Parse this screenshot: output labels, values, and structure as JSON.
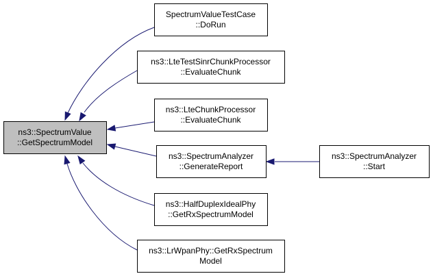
{
  "graph": {
    "nodes": [
      {
        "id": "n0",
        "focus": true,
        "lines": [
          "ns3::SpectrumValue",
          "::GetSpectrumModel"
        ]
      },
      {
        "id": "n1",
        "focus": false,
        "lines": [
          "SpectrumValueTestCase",
          "::DoRun"
        ]
      },
      {
        "id": "n2",
        "focus": false,
        "lines": [
          "ns3::LteTestSinrChunkProcessor",
          "::EvaluateChunk"
        ]
      },
      {
        "id": "n3",
        "focus": false,
        "lines": [
          "ns3::LteChunkProcessor",
          "::EvaluateChunk"
        ]
      },
      {
        "id": "n4",
        "focus": false,
        "lines": [
          "ns3::SpectrumAnalyzer",
          "::GenerateReport"
        ]
      },
      {
        "id": "n5",
        "focus": false,
        "lines": [
          "ns3::SpectrumAnalyzer",
          "::Start"
        ]
      },
      {
        "id": "n6",
        "focus": false,
        "lines": [
          "ns3::HalfDuplexIdealPhy",
          "::GetRxSpectrumModel"
        ]
      },
      {
        "id": "n7",
        "focus": false,
        "lines": [
          "ns3::LrWpanPhy::GetRxSpectrum",
          "Model"
        ]
      }
    ],
    "edges": [
      {
        "from": "n1",
        "to": "n0"
      },
      {
        "from": "n2",
        "to": "n0"
      },
      {
        "from": "n3",
        "to": "n0"
      },
      {
        "from": "n4",
        "to": "n0"
      },
      {
        "from": "n6",
        "to": "n0"
      },
      {
        "from": "n7",
        "to": "n0"
      },
      {
        "from": "n5",
        "to": "n4"
      }
    ]
  }
}
